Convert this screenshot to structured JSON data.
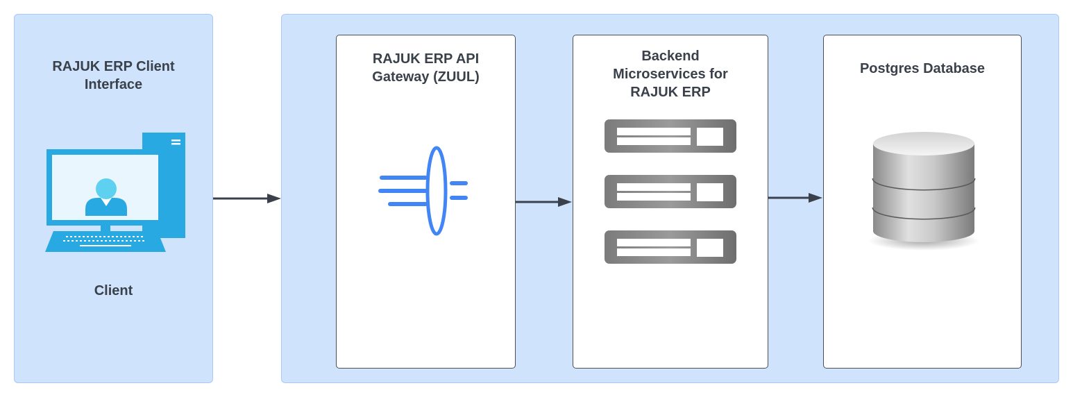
{
  "client_panel": {
    "title_lines": [
      "RAJUK ERP Client",
      "Interface"
    ],
    "client_label": "Client"
  },
  "gateway": {
    "title_lines": [
      "RAJUK ERP API",
      "Gateway (ZUUL)"
    ]
  },
  "backend": {
    "title_lines": [
      "Backend",
      "Microservices for",
      "RAJUK ERP"
    ],
    "server_count": 3
  },
  "database": {
    "title_lines": [
      "Postgres Database"
    ]
  },
  "colors": {
    "panel_fill": "#cfe3fd",
    "panel_border": "#a9c8f3",
    "card_border": "#4a4f57",
    "arrow": "#3a414a",
    "title_text": "#3a414a",
    "computer_blue": "#29a9e1",
    "computer_screen": "#e9f6fd",
    "user_avatar": "#5fd1f0",
    "gateway_blue": "#4285f4",
    "server_gray": "#8d8d8d",
    "database_silver": "#bdbdbd"
  }
}
